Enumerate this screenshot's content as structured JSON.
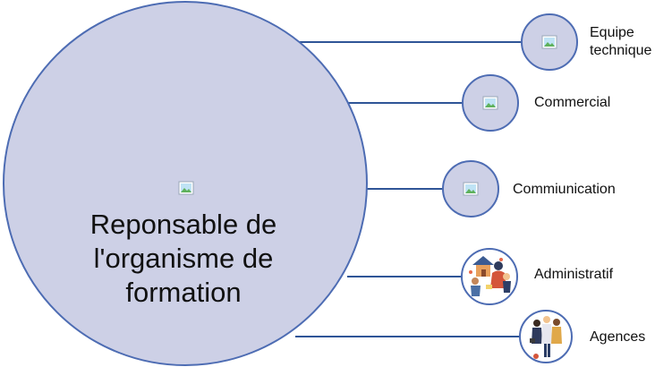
{
  "central": {
    "title_lines": [
      "Reponsable de",
      "l'organisme de",
      "formation"
    ]
  },
  "nodes": [
    {
      "id": "equipe",
      "label_lines": [
        "Equipe",
        "technique"
      ],
      "icon": "image-placeholder-icon"
    },
    {
      "id": "commercial",
      "label_lines": [
        "Commercial"
      ],
      "icon": "image-placeholder-icon"
    },
    {
      "id": "communication",
      "label_lines": [
        "Commiunication"
      ],
      "icon": "image-placeholder-icon"
    },
    {
      "id": "administratif",
      "label_lines": [
        "Administratif"
      ],
      "icon": "team-illustration-icon"
    },
    {
      "id": "agences",
      "label_lines": [
        "Agences"
      ],
      "icon": "people-illustration-icon"
    }
  ],
  "colors": {
    "circle_fill": "#cdd0e6",
    "circle_stroke": "#4d6cb3",
    "connector": "#2f5597"
  }
}
